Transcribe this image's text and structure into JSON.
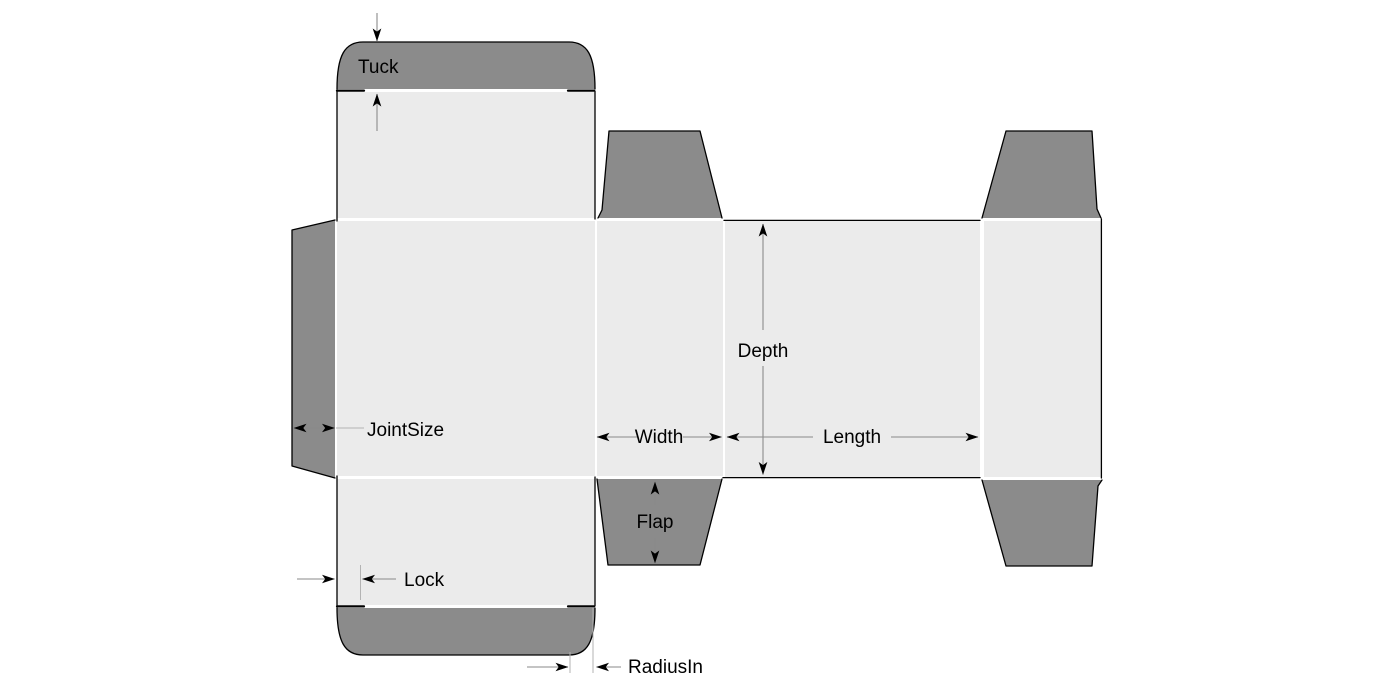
{
  "labels": {
    "tuck": "Tuck",
    "joint_size": "JointSize",
    "width": "Width",
    "depth": "Depth",
    "length": "Length",
    "flap": "Flap",
    "lock": "Lock",
    "radius_in": "RadiusIn"
  },
  "colors": {
    "background": "#ffffff",
    "panel": "#ebebeb",
    "flap": "#8b8b8b",
    "outline": "#000000",
    "dimension": "#8a8a8a",
    "extension": "#b3b3b3",
    "arrowhead": "#000000",
    "label": "#000000"
  }
}
